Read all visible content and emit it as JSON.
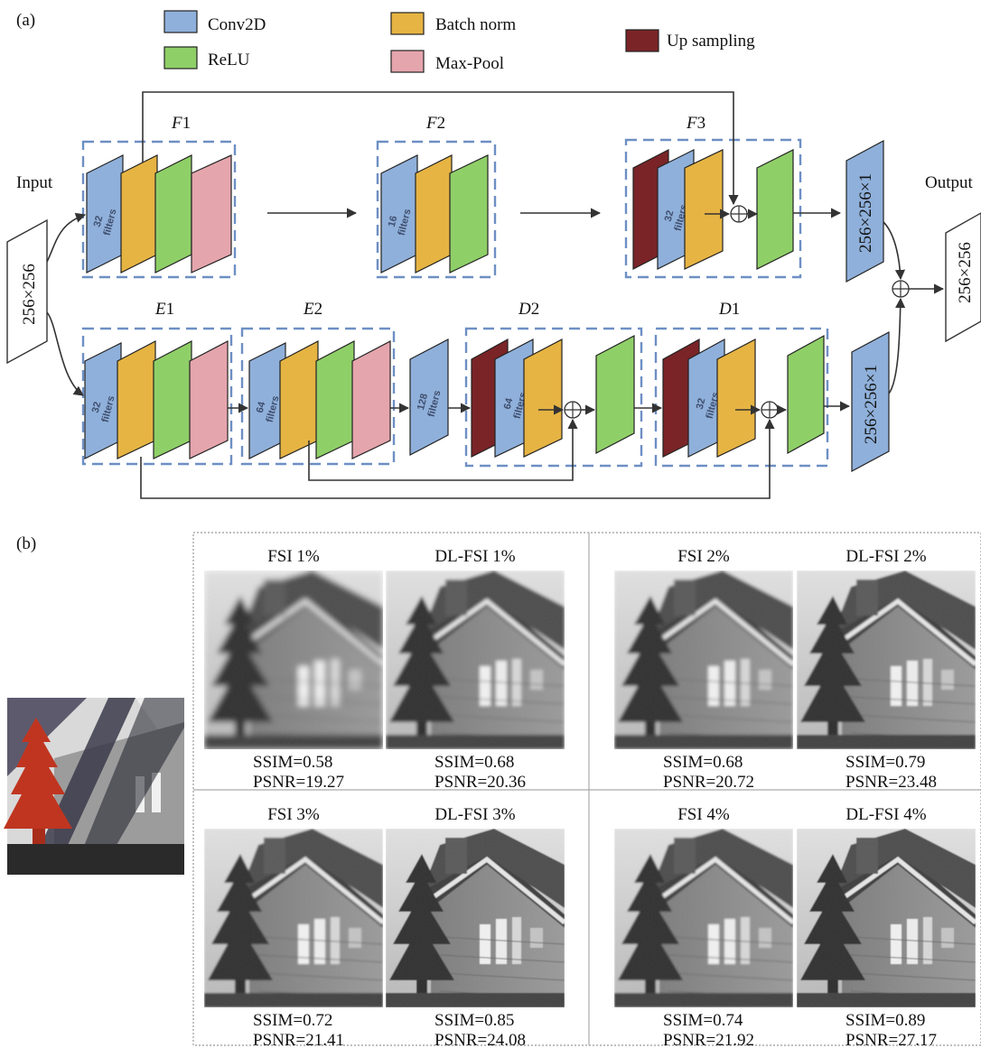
{
  "panel_a": {
    "tag": "(a)",
    "legend": [
      {
        "key": "conv",
        "label": "Conv2D",
        "color": "#8fb0da"
      },
      {
        "key": "relu",
        "label": "ReLU",
        "color": "#8fcf68"
      },
      {
        "key": "bn",
        "label": "Batch norm",
        "color": "#e6b443"
      },
      {
        "key": "pool",
        "label": "Max-Pool",
        "color": "#e5a5ad"
      },
      {
        "key": "up",
        "label": "Up sampling",
        "color": "#7a2427"
      }
    ],
    "input_label": "Input",
    "output_label": "Output",
    "input_size": "256×256",
    "output_size": "256×256",
    "branch_size": "256×256×1",
    "stages": {
      "F1": {
        "letter": "F",
        "num": "1",
        "filters": "32"
      },
      "F2": {
        "letter": "F",
        "num": "2",
        "filters": "16"
      },
      "F3": {
        "letter": "F",
        "num": "3",
        "filters": "32"
      },
      "E1": {
        "letter": "E",
        "num": "1",
        "filters": "32"
      },
      "E2": {
        "letter": "E",
        "num": "2",
        "filters": "64"
      },
      "B": {
        "filters": "128"
      },
      "D2": {
        "letter": "D",
        "num": "2",
        "filters": "64"
      },
      "D1": {
        "letter": "D",
        "num": "1",
        "filters": "32"
      }
    },
    "filters_word": "filters"
  },
  "panel_b": {
    "tag": "(b)",
    "results": [
      {
        "title": "FSI 1%",
        "ssim": "SSIM=0.58",
        "psnr": "PSNR=19.27"
      },
      {
        "title": "DL-FSI 1%",
        "ssim": "SSIM=0.68",
        "psnr": "PSNR=20.36"
      },
      {
        "title": "FSI 2%",
        "ssim": "SSIM=0.68",
        "psnr": "PSNR=20.72"
      },
      {
        "title": "DL-FSI 2%",
        "ssim": "SSIM=0.79",
        "psnr": "PSNR=23.48"
      },
      {
        "title": "FSI 3%",
        "ssim": "SSIM=0.72",
        "psnr": "PSNR=21.41"
      },
      {
        "title": "DL-FSI 3%",
        "ssim": "SSIM=0.85",
        "psnr": "PSNR=24.08"
      },
      {
        "title": "FSI 4%",
        "ssim": "SSIM=0.74",
        "psnr": "PSNR=21.92"
      },
      {
        "title": "DL-FSI 4%",
        "ssim": "SSIM=0.89",
        "psnr": "PSNR=27.17"
      }
    ]
  }
}
